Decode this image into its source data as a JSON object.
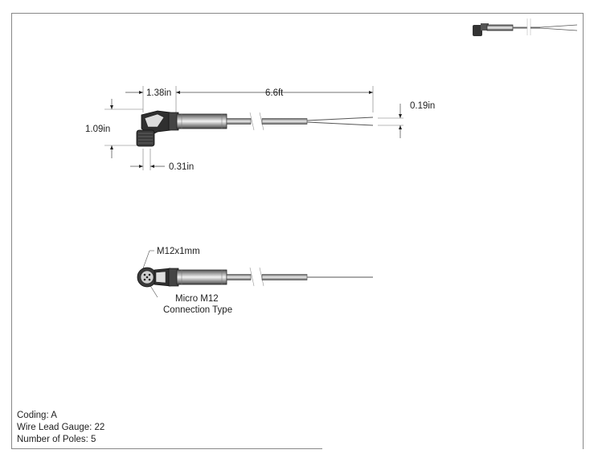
{
  "dimensions": {
    "connector_length": "1.38in",
    "cable_length": "6.6ft",
    "wire_spread": "0.19in",
    "connector_height": "1.09in",
    "coupling_width": "0.31in"
  },
  "callouts": {
    "thread": "M12x1mm",
    "connection_type_line1": "Micro M12",
    "connection_type_line2": "Connection Type"
  },
  "notes": {
    "coding": "Coding: A",
    "wire_gauge": "Wire Lead Gauge: 22",
    "poles": "Number of Poles: 5"
  }
}
